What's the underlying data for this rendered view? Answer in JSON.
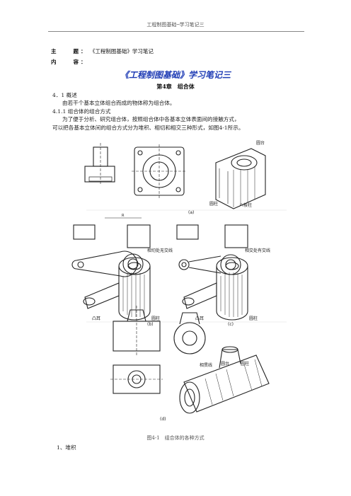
{
  "header": {
    "running_title": "工程制图基础─学习笔记三"
  },
  "meta": {
    "topic_label": "主　　题：",
    "topic_value": "《工程制图基础》学习笔记",
    "content_label": "内　　容："
  },
  "doc_title": "《工程制图基础》学习笔记三",
  "chapter": "第4章　组合体",
  "sections": {
    "s41": "4．1 概述",
    "s41_text": "由若干个基本立体组合而成的物体称为组合体。",
    "s411": "4.1.1 组合体的组合方式",
    "s411_text1": "为了便于分析、研究组合体，按照组合体中各基本立体表面间的接触方式，",
    "s411_text2": "可以把各基本立体间的组合方式分为堆积、相切和相交三种形式，如图4-1所示。"
  },
  "figure": {
    "labels": {
      "a_top": "圆台",
      "a_cyl": "圆柱",
      "a_prism": "八棱柱",
      "a_tag": "(a)",
      "b_note": "相切处无交线",
      "b_lug": "凸耳",
      "b_cyl": "圆柱",
      "b_tag": "(b)",
      "c_note": "相交处有交线",
      "c_lug": "凸耳",
      "c_cyl": "圆柱",
      "c_tag": "(c)",
      "d_line": "相贯线",
      "d_top": "圆台",
      "d_cyl": "圆柱",
      "d_tag": "(d)",
      "dim": "R"
    },
    "caption": "图4-1　组合体的各种方式"
  },
  "next_section": "1、堆积"
}
